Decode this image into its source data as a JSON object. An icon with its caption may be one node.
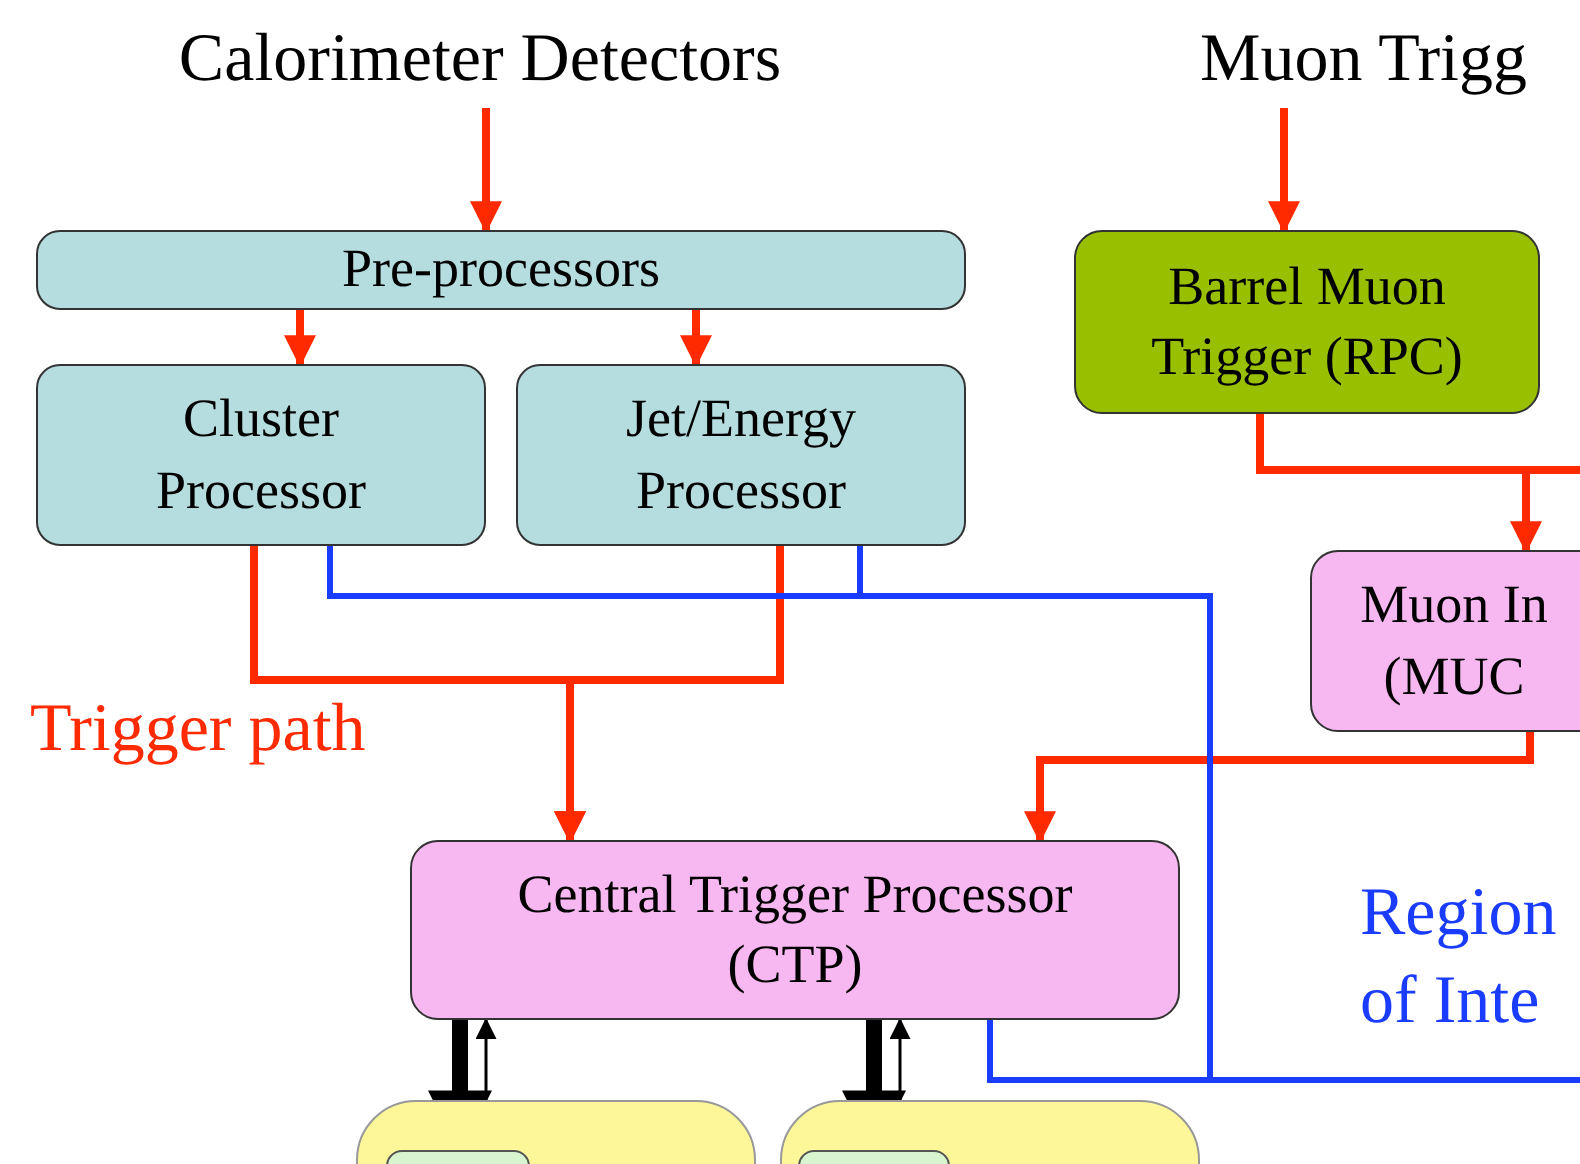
{
  "diagram": {
    "nodes": [
      {
        "text": [
          "Calorimeter Detectors"
        ]
      },
      {
        "text": [
          "Muon Trigg"
        ]
      },
      {
        "text": [
          "Pre-processors"
        ]
      },
      {
        "text": [
          "Cluster Processor"
        ]
      },
      {
        "text": [
          "Jet/Energy Processor"
        ]
      },
      {
        "text": [
          "Barrel Muon Trigger (RPC)"
        ]
      },
      {
        "text": [
          "Muon In (MUC"
        ]
      },
      {
        "text": [
          "Central Trigger Processor (CTP)"
        ]
      },
      {
        "text": [],
        "shape": "box"
      },
      {
        "text": [],
        "shape": "box",
        "in": 8
      },
      {
        "text": [],
        "shape": "box"
      },
      {
        "text": [],
        "shape": "box",
        "in": 10
      }
    ],
    "edges": [
      {
        "from": 0,
        "to": 2,
        "arrow": "to"
      },
      {
        "from": 2,
        "to": 3,
        "arrow": "to"
      },
      {
        "from": 2,
        "to": 4,
        "arrow": "to"
      },
      {
        "from": 1,
        "to": 5,
        "arrow": "to"
      },
      {
        "from": 5,
        "to": 6,
        "arrow": "to"
      },
      {
        "from": 3,
        "to": 7,
        "arrow": "to"
      },
      {
        "from": 4,
        "to": 7,
        "arrow": "to"
      },
      {
        "from": 6,
        "to": 7,
        "arrow": "to"
      },
      {
        "from": 3,
        "to": null,
        "arrow": "none",
        "color": "#1a3cff"
      },
      {
        "from": 4,
        "to": null,
        "arrow": "none",
        "color": "#1a3cff"
      },
      {
        "from": 7,
        "to": null,
        "arrow": "none",
        "color": "#1a3cff"
      },
      {
        "from": 7,
        "to": 9,
        "arrow": "to",
        "style": "thick",
        "color": "#000000"
      },
      {
        "from": 9,
        "to": 7,
        "arrow": "to",
        "color": "#000000"
      },
      {
        "from": 7,
        "to": 11,
        "arrow": "to",
        "style": "thick",
        "color": "#000000"
      },
      {
        "from": 11,
        "to": 7,
        "arrow": "to",
        "color": "#000000"
      }
    ],
    "labels": [
      "Trigger path",
      "Region of Inte"
    ]
  }
}
